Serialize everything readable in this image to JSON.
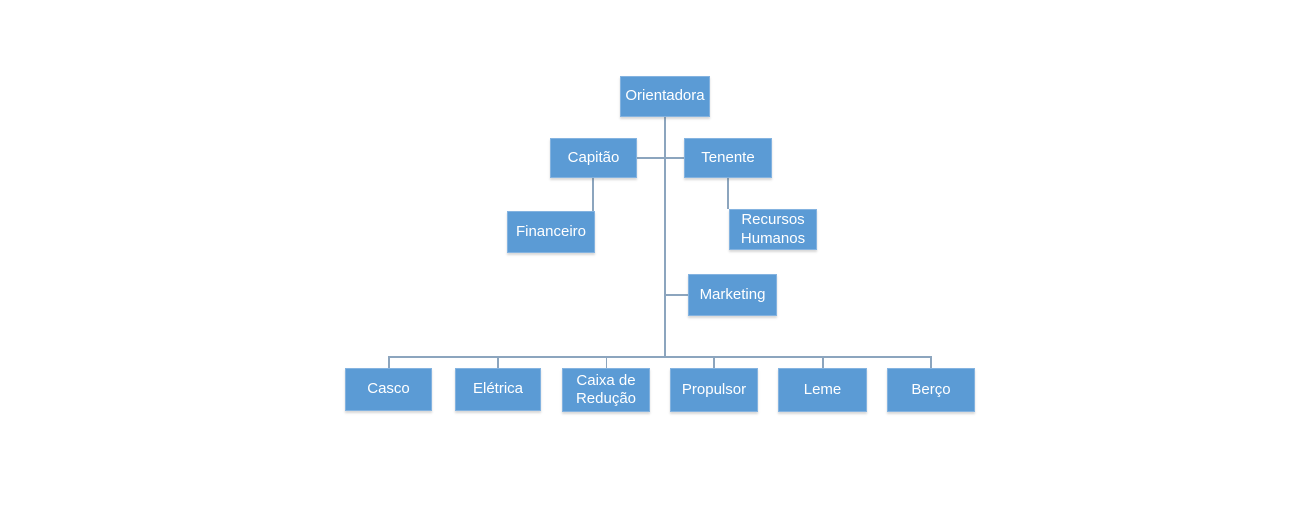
{
  "diagram": {
    "type": "org-chart",
    "colors": {
      "node_fill": "#5B9BD5",
      "node_border": "#84B3E0",
      "node_text": "#FFFFFF",
      "connector": "#8CA5BE",
      "background": "#FFFFFF"
    },
    "nodes": {
      "orientadora": {
        "label": "Orientadora"
      },
      "capitao": {
        "label": "Capitão"
      },
      "tenente": {
        "label": "Tenente"
      },
      "financeiro": {
        "label": "Financeiro"
      },
      "recursos_humanos": {
        "label": "Recursos Humanos"
      },
      "marketing": {
        "label": "Marketing"
      },
      "casco": {
        "label": "Casco"
      },
      "eletrica": {
        "label": "Elétrica"
      },
      "caixa_de_reducao": {
        "label": "Caixa de Redução"
      },
      "propulsor": {
        "label": "Propulsor"
      },
      "leme": {
        "label": "Leme"
      },
      "berco": {
        "label": "Berço"
      }
    },
    "hierarchy": {
      "root": "Orientadora",
      "children": [
        {
          "label": "Capitão",
          "children": [
            {
              "label": "Financeiro"
            }
          ]
        },
        {
          "label": "Tenente",
          "children": [
            {
              "label": "Recursos Humanos"
            }
          ]
        },
        {
          "label": "Marketing"
        },
        {
          "label": "Casco"
        },
        {
          "label": "Elétrica"
        },
        {
          "label": "Caixa de Redução"
        },
        {
          "label": "Propulsor"
        },
        {
          "label": "Leme"
        },
        {
          "label": "Berço"
        }
      ]
    }
  }
}
